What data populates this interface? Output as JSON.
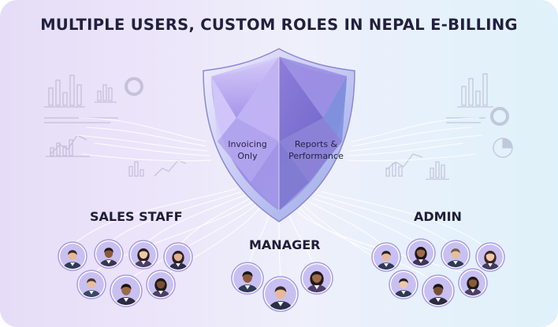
{
  "title": "MULTIPLE USERS, CUSTOM ROLES IN NEPAL E-BILLING",
  "shield": {
    "left_text": "Invoicing Only",
    "right_text": "Reports & Performance"
  },
  "groups": {
    "sales_staff": "SALES STAFF",
    "manager": "MANAGER",
    "admin": "ADMIN"
  },
  "colors": {
    "accent": "#7d6bd6",
    "title": "#22203f",
    "avatar_ring": "#a69ae6",
    "avatar_bg": "#c9c0f2"
  },
  "icons": [
    "bar-chart-icon",
    "line-chart-icon",
    "donut-chart-icon",
    "pie-chart-icon",
    "shield-icon",
    "user-avatar-icon"
  ]
}
